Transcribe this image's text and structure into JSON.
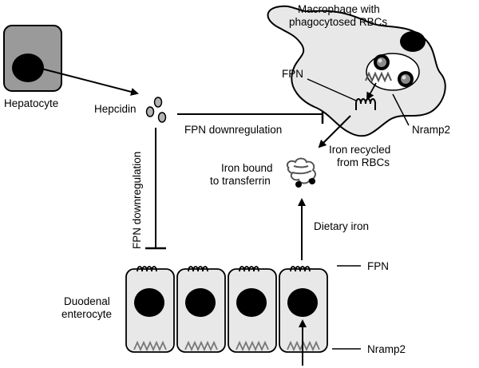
{
  "labels": {
    "hepatocyte": "Hepatocyte",
    "hepcidin": "Hepcidin",
    "macrophage_line1": "Macrophage with",
    "macrophage_line2": "phagocytosed RBCs",
    "fpn_top": "FPN",
    "nramp2_top": "Nramp2",
    "fpn_downregulation_h": "FPN downregulation",
    "fpn_downregulation_v": "FPN downregulation",
    "iron_recycled_line1": "Iron recycled",
    "iron_recycled_line2": "from RBCs",
    "iron_bound_line1": "Iron bound",
    "iron_bound_line2": "to transferrin",
    "dietary_iron": "Dietary iron",
    "fpn_bottom": "FPN",
    "duodenal_line1": "Duodenal",
    "duodenal_line2": "enterocyte",
    "nramp2_bottom": "Nramp2"
  },
  "colors": {
    "cell_fill": "#e8e8e8",
    "hepatocyte_fill": "#9a9a9a",
    "nucleus": "#000000",
    "hepcidin_fill": "#b3b3b3",
    "transporter": "#555555"
  },
  "enterocyte_count": 4
}
